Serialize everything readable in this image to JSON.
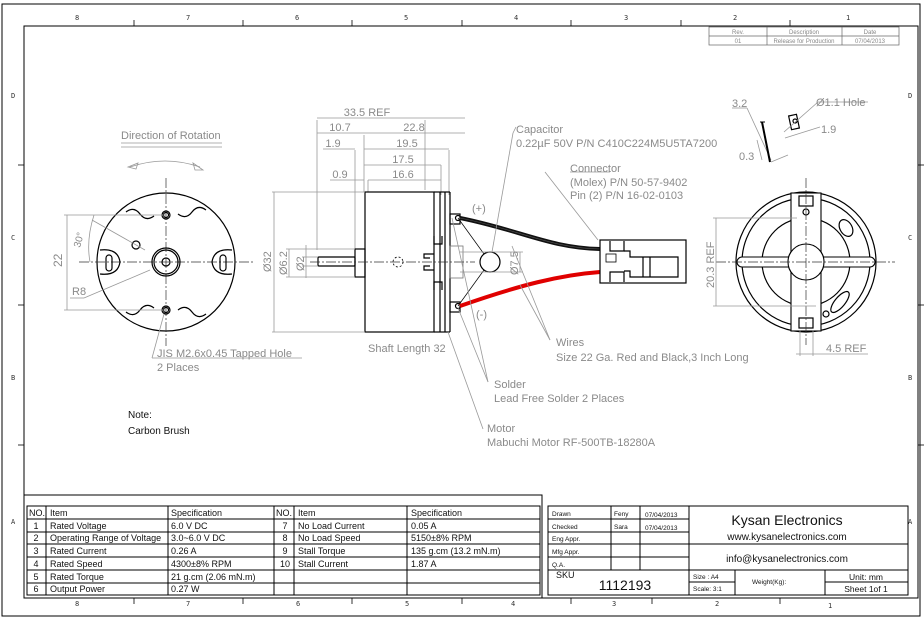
{
  "drawing": {
    "grid_columns": [
      "8",
      "7",
      "6",
      "5",
      "4",
      "3",
      "2",
      "1"
    ],
    "grid_rows": [
      "D",
      "C",
      "B",
      "A"
    ],
    "revision_table": {
      "headers": [
        "Rev.",
        "Description",
        "Date"
      ],
      "rows": [
        [
          "01",
          "Release for Production",
          "07/04/2013"
        ]
      ]
    },
    "front_view": {
      "title": "Direction of Rotation",
      "dim_22": "22",
      "dim_30": "30°",
      "dim_r8": "R8",
      "tapped_hole": "JIS M2.6x0.45 Tapped Hole",
      "tapped_hole_qty": "2 Places"
    },
    "side_view": {
      "dims_top": [
        "33.5 REF",
        "10.7",
        "22.8",
        "1.9",
        "19.5",
        "17.5",
        "0.9",
        "16.6"
      ],
      "dim_d32": "Ø32",
      "dim_d62": "Ø6.2",
      "dim_d2": "Ø2",
      "dim_d75": "Ø7.5",
      "plus": "(+)",
      "minus": "(-)",
      "shaft_length": "Shaft Length 32"
    },
    "callouts": {
      "capacitor_title": "Capacitor",
      "capacitor_spec": "0.22µF 50V P/N C410C224M5U5TA7200",
      "connector_title": "Connector",
      "connector_line1": "(Molex) P/N 50-57-9402",
      "connector_line2": "Pin (2) P/N 16-02-0103",
      "wires_title": "Wires",
      "wires_spec": "Size 22 Ga. Red and Black,3 Inch Long",
      "solder_title": "Solder",
      "solder_spec": "Lead Free Solder 2 Places",
      "motor_title": "Motor",
      "motor_spec": "Mabuchi Motor RF-500TB-18280A"
    },
    "terminal_detail": {
      "dim_32": "3.2",
      "dim_03": "0.3",
      "dim_19": "1.9",
      "hole": "Ø1.1 Hole"
    },
    "rear_view": {
      "dim_203": "20.3 REF",
      "dim_45": "4.5 REF"
    },
    "note": {
      "title": "Note:",
      "text": "Carbon Brush"
    },
    "wire_colors": {
      "black": "#111111",
      "red": "#e00000"
    }
  },
  "spec_table_left": {
    "headers": [
      "NO.",
      "Item",
      "Specification"
    ],
    "rows": [
      [
        "1",
        "Rated Voltage",
        "6.0 V DC"
      ],
      [
        "2",
        "Operating Range of Voltage",
        "3.0~6.0 V DC"
      ],
      [
        "3",
        "Rated Current",
        "0.26 A"
      ],
      [
        "4",
        "Rated Speed",
        "4300±8% RPM"
      ],
      [
        "5",
        "Rated Torque",
        "21 g.cm (2.06 mN.m)"
      ],
      [
        "6",
        "Output Power",
        "0.27 W"
      ]
    ]
  },
  "spec_table_right": {
    "headers": [
      "NO.",
      "Item",
      "Specification"
    ],
    "rows": [
      [
        "7",
        "No Load Current",
        "0.05 A"
      ],
      [
        "8",
        "No Load Speed",
        "5150±8% RPM"
      ],
      [
        "9",
        "Stall Torque",
        "135 g.cm (13.2 mN.m)"
      ],
      [
        "10",
        "Stall Current",
        "1.87 A"
      ]
    ]
  },
  "title_block": {
    "approvals": [
      {
        "role": "Drawn",
        "name": "Feny",
        "date": "07/04/2013"
      },
      {
        "role": "Checked",
        "name": "Sara",
        "date": "07/04/2013"
      },
      {
        "role": "Eng Appr.",
        "name": "",
        "date": ""
      },
      {
        "role": "Mfg Appr.",
        "name": "",
        "date": ""
      },
      {
        "role": "Q.A.",
        "name": "",
        "date": ""
      }
    ],
    "sku_label": "SKU",
    "sku": "1112193",
    "company": "Kysan Electronics",
    "website": "www.kysanelectronics.com",
    "email": "info@kysanelectronics.com",
    "size": "Size : A4",
    "scale": "Scale: 3:1",
    "weight": "Weight(Kg):",
    "unit": "Unit: mm",
    "sheet": "Sheet 1of 1"
  }
}
